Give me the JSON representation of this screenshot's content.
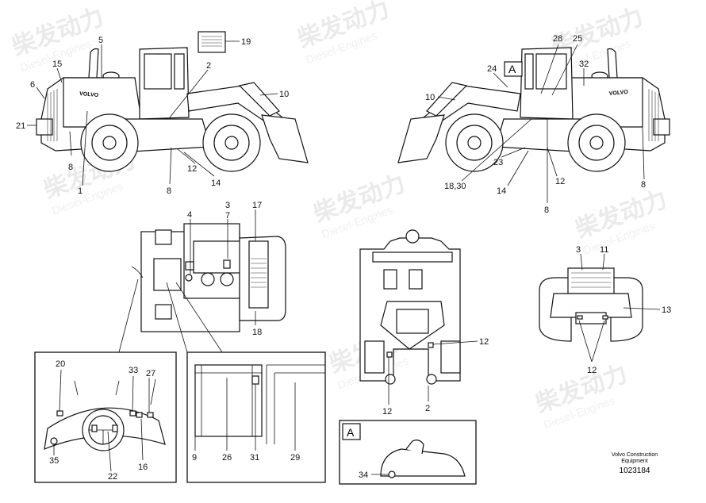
{
  "watermark": {
    "brand_cn": "柴发动力",
    "brand_en": "Diesel-Engines"
  },
  "callouts": {
    "side_left": [
      "5",
      "15",
      "6",
      "21",
      "8",
      "1",
      "2",
      "19",
      "10",
      "12",
      "14",
      "8"
    ],
    "side_right": [
      "28",
      "25",
      "24",
      "32",
      "10",
      "23",
      "18,30",
      "14",
      "12",
      "8",
      "8"
    ]
  },
  "labels": {
    "c1": "1",
    "c2": "2",
    "c3": "3",
    "c4": "4",
    "c5": "5",
    "c6": "6",
    "c7": "7",
    "c8a": "8",
    "c8b": "8",
    "c8c": "8",
    "c8d": "8",
    "c9": "9",
    "c10a": "10",
    "c10b": "10",
    "c11": "11",
    "c12a": "12",
    "c12b": "12",
    "c12c": "12",
    "c12d": "12",
    "c12e": "12",
    "c13": "13",
    "c14a": "14",
    "c14b": "14",
    "c15": "15",
    "c16": "16",
    "c17": "17",
    "c18": "18",
    "c18_30": "18,30",
    "c19": "19",
    "c20": "20",
    "c21": "21",
    "c22": "22",
    "c23": "23",
    "c24": "24",
    "c25": "25",
    "c26": "26",
    "c27": "27",
    "c28": "28",
    "c29": "29",
    "c31": "31",
    "c32": "32",
    "c33": "33",
    "c34": "34",
    "c35": "35",
    "c3b": "3",
    "c2b": "2",
    "view_a": "A",
    "view_a_detail": "A"
  },
  "footer": {
    "company_line1": "Volvo Construction",
    "company_line2": "Equipment",
    "drawing_number": "1023184"
  },
  "brand_on_machine": "VOLVO",
  "colors": {
    "line": "#111111",
    "background": "#ffffff",
    "watermark": "#d9d9d9"
  }
}
